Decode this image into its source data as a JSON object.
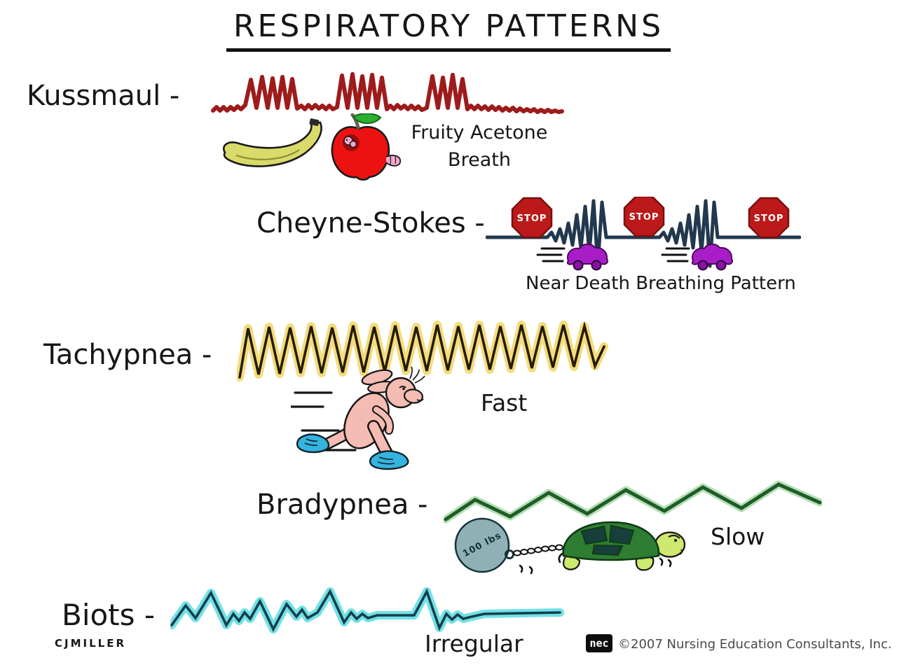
{
  "title": "RESPIRATORY PATTERNS",
  "rows": [
    {
      "name": "kussmaul",
      "label": "Kussmaul -",
      "caption_line1": "Fruity Acetone",
      "caption_line2": "Breath",
      "wave_color": "#9e1b1b",
      "wave_style": "deep labored spikes alternating with shallow breaths",
      "icons": [
        "banana-icon",
        "apple-worm-icon"
      ]
    },
    {
      "name": "cheyne-stokes",
      "label": "Cheyne-Stokes -",
      "caption": "Near Death Breathing Pattern",
      "stop_sign_label": "STOP",
      "wave_color": "#22384e",
      "wave_style": "crescendo-decrescendo bursts separated by apnea (flat line with stop signs)",
      "icons": [
        "stop-sign-icon",
        "speeding-car-icon"
      ]
    },
    {
      "name": "tachypnea",
      "label": "Tachypnea -",
      "caption": "Fast",
      "wave_color": "#241c05",
      "glow_color": "#f2d565",
      "wave_style": "rapid uniform zigzag",
      "icons": [
        "running-rabbit-icon"
      ]
    },
    {
      "name": "bradypnea",
      "label": "Bradypnea -",
      "caption": "Slow",
      "weight_label": "100 lbs",
      "wave_color": "#1e5c28",
      "glow_color": "#a8d8a8",
      "wave_style": "slow wide zigzag",
      "icons": [
        "turtle-icon",
        "weight-ball-icon"
      ]
    },
    {
      "name": "biots",
      "label": "Biots -",
      "caption": "Irregular",
      "wave_color": "#123f4d",
      "glow_color": "#4fd9e0",
      "wave_style": "irregular peaks mixed with flat apneic periods",
      "icons": []
    }
  ],
  "footer": {
    "signature": "CJMILLER",
    "logo_text": "nec",
    "copyright": "©2007 Nursing Education Consultants, Inc."
  }
}
